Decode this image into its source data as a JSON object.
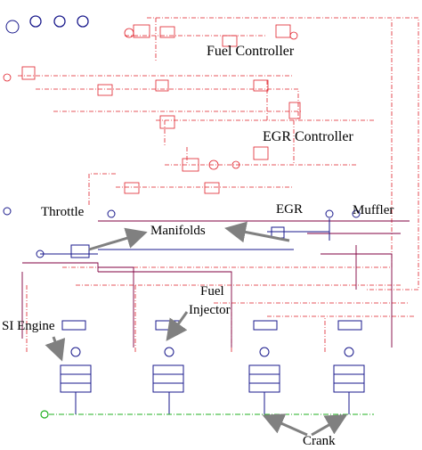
{
  "labels": {
    "fuel_controller": "Fuel Controller",
    "egr_controller": "EGR Controller",
    "throttle": "Throttle",
    "egr": "EGR",
    "muffler": "Muffler",
    "manifolds": "Manifolds",
    "fuel_injector_line1": "Fuel",
    "fuel_injector_line2": "Injector",
    "si_engine": "SI Engine",
    "crank": "Crank"
  },
  "colors": {
    "control": "#e0202a",
    "mechanical": "#1a1a8c",
    "shaft": "#20b020",
    "arrow": "#808080",
    "frame": "#800040"
  },
  "engine": {
    "cylinder_count": 4
  }
}
